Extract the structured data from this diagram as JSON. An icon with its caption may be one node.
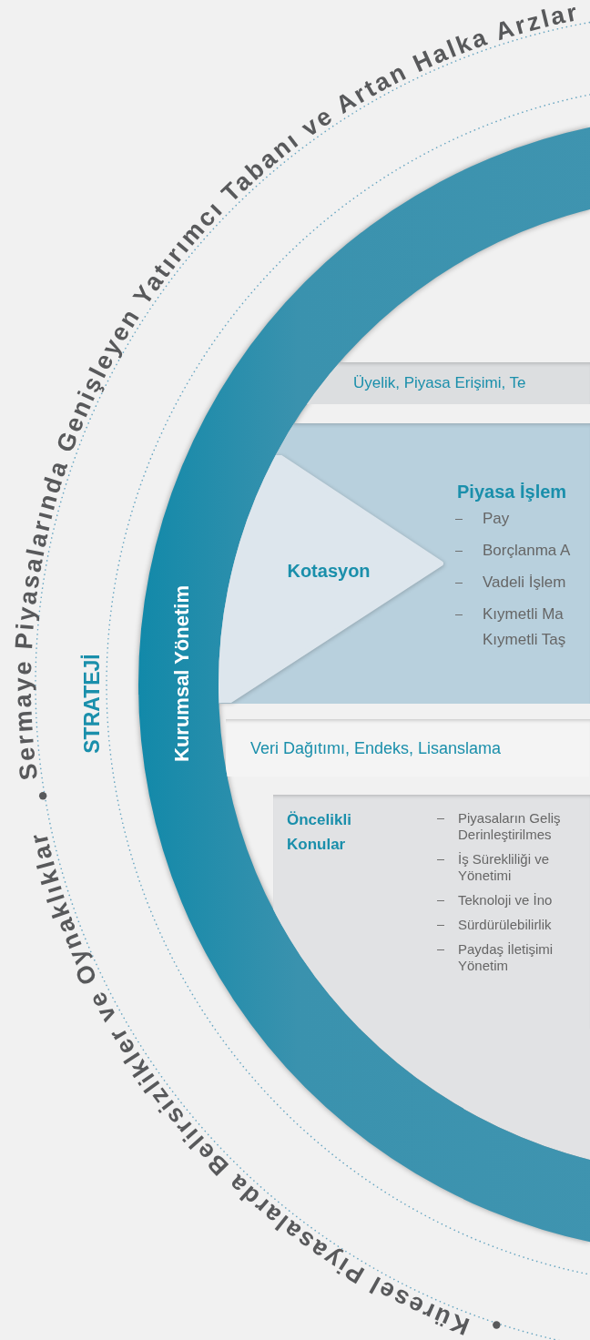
{
  "diagram": {
    "nodes": [
      {
        "text": [
          "Kurumsal Yönetim"
        ]
      },
      {
        "text": [
          "Üyelik, Piyasa Erişimi, Te"
        ],
        "in": 0
      },
      {
        "text": [
          "Piyasa İşlem",
          "Pay",
          "Borçlanma A",
          "Vadeli İşlem",
          "Kıymetli Ma Kıymetli Taş"
        ],
        "in": 0
      },
      {
        "text": [
          "Kotasyon"
        ],
        "in": 2
      },
      {
        "text": [
          "Veri Dağıtımı, Endeks, Lisanslama"
        ],
        "in": 0
      },
      {
        "text": [
          "Öncelikli Konular",
          "Piyasaların Geliş Derinleştirilmes",
          "İş Sürekliliği ve Yönetimi",
          "Teknoloji ve İno",
          "Sürdürülebilirlik",
          "Paydaş İletişimi Yönetim"
        ],
        "in": 0
      }
    ],
    "edges": [],
    "labels": [
      "Sermaye Piyasalarında Genişleyen Yatırımcı Tabanı ve Artan Halka Arzlar",
      "STRATEJİ",
      "Küresel Piyasalarda Belirsizlikler ve Oynaklıklar"
    ]
  }
}
